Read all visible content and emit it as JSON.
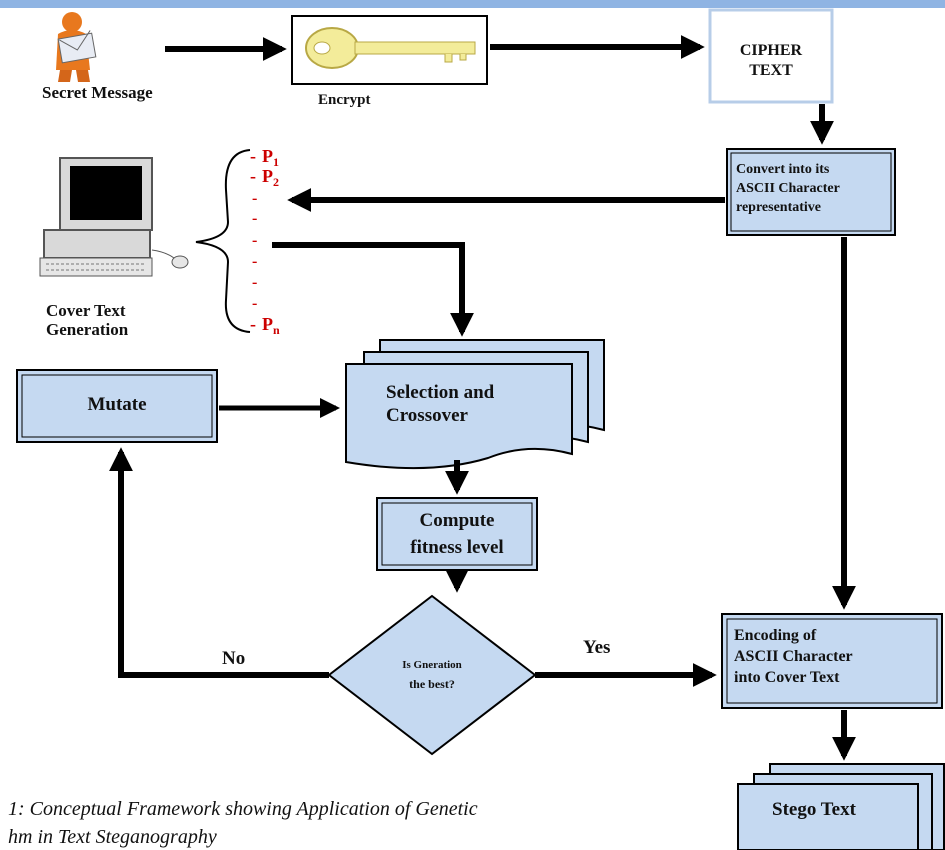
{
  "nodes": {
    "secret_message": "Secret Message",
    "encrypt": "Encrypt",
    "cipher_text": [
      "CIPHER",
      "TEXT"
    ],
    "convert_ascii": [
      "Convert into its",
      "ASCII Character",
      "representative"
    ],
    "cover_text_generation": [
      "Cover Text",
      "Generation"
    ],
    "population_labels": [
      "P",
      "P",
      "P"
    ],
    "population_subscripts": [
      "1",
      "2",
      "n"
    ],
    "mutate": "Mutate",
    "selection_crossover": [
      "Selection and",
      "Crossover"
    ],
    "compute_fitness": [
      "Compute",
      "fitness level"
    ],
    "decision": [
      "Is Gneration",
      "the best?"
    ],
    "encoding": [
      "Encoding of",
      "ASCII Character",
      "into Cover Text"
    ],
    "stego_text": "Stego Text"
  },
  "edges": {
    "no_label": "No",
    "yes_label": "Yes"
  },
  "caption": [
    "1: Conceptual Framework showing Application of Genetic",
    "hm in Text Steganography"
  ],
  "colors": {
    "box_fill": "#c5d9f1",
    "box_stroke": "#000000",
    "arrow": "#000000",
    "key_fill": "#f3ec9a",
    "top_bar": "#8fb4e3",
    "population_red": "#cc0000"
  }
}
